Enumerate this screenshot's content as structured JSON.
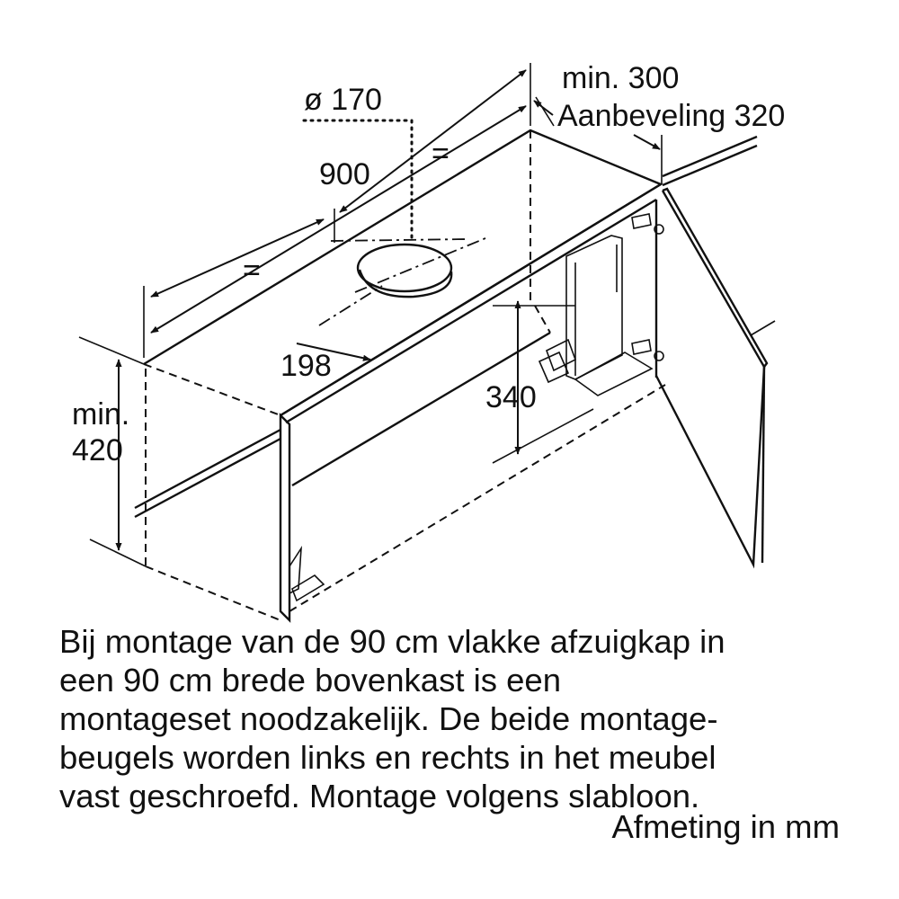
{
  "diagram": {
    "labels": {
      "diameter": "ø 170",
      "width": "900",
      "equal_left": "=",
      "equal_right": "=",
      "depth_min": "min. 300",
      "depth_recommendation": "Aanbeveling 320",
      "hole_offset": "198",
      "height_340": "340",
      "height_min_prefix": "min.",
      "height_min_value": "420"
    }
  },
  "caption": {
    "lines": [
      "Bij montage van de 90 cm vlakke afzuigkap in",
      "een 90 cm brede bovenkast is een",
      "montageset noodzakelijk. De beide montage-",
      "beugels worden links en rechts in het meubel",
      "vast geschroefd. Montage volgens slabloon."
    ]
  },
  "unit_note": "Afmeting in mm"
}
